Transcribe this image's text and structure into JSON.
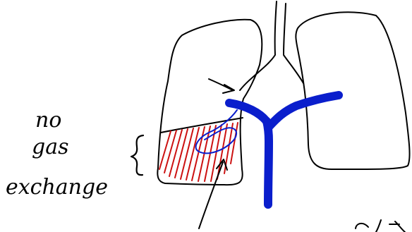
{
  "annotation": {
    "lines": [
      "no",
      "gas",
      "exchange"
    ]
  },
  "colors": {
    "ink": "#000000",
    "vessel": "#0a1ecc",
    "hatch": "#cc1111",
    "background": "#ffffff"
  },
  "icons": {
    "brace": "curly-brace-icon",
    "arrow": "arrow-icon"
  }
}
